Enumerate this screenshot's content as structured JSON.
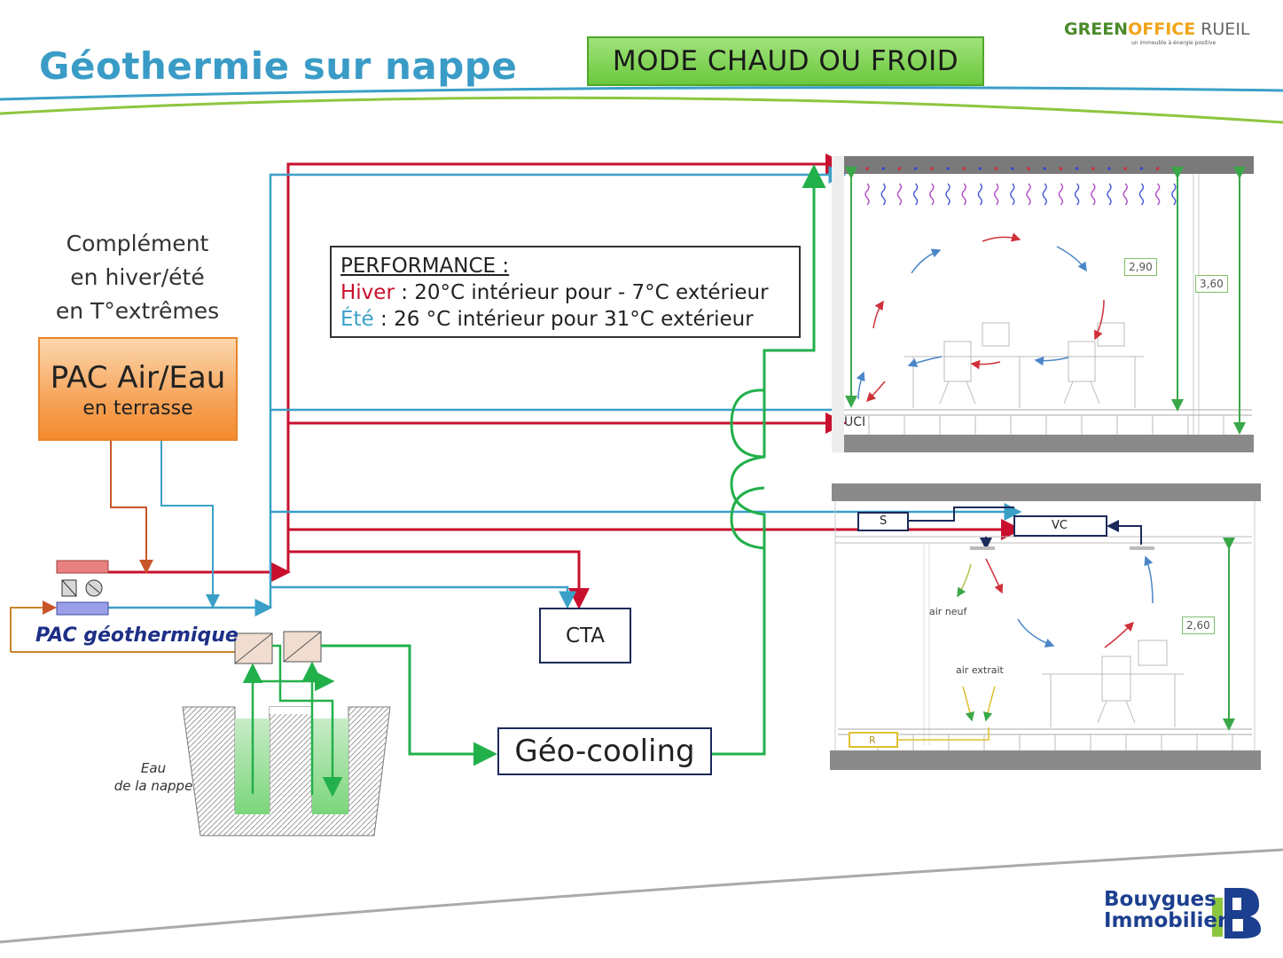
{
  "header": {
    "title": "Géothermie sur nappe",
    "mode": "MODE CHAUD OU FROID",
    "logo_green": "GREEN",
    "logo_office": "OFFICE",
    "logo_city": "RUEIL",
    "logo_tagline": "un immeuble à énergie positive"
  },
  "complement": {
    "line1": "Complément",
    "line2": "en hiver/été",
    "line3": "en T°extrêmes"
  },
  "pac_air": {
    "title": "PAC Air/Eau",
    "subtitle": "en terrasse"
  },
  "pac_geo": {
    "label": "PAC géothermique"
  },
  "performance": {
    "heading": "PERFORMANCE :",
    "winter_label": "Hiver",
    "winter_text": " : 20°C intérieur pour - 7°C extérieur",
    "summer_label": "Été",
    "summer_text": " : 26 °C intérieur pour 31°C extérieur"
  },
  "cta": {
    "label": "CTA"
  },
  "geocooling": {
    "label": "Géo-cooling"
  },
  "aquifer": {
    "line1": "Eau",
    "line2": "de la nappe"
  },
  "upper_section": {
    "uci_label": "UCI",
    "dim_inner": "2,90",
    "dim_outer": "3,60"
  },
  "lower_section": {
    "s_label": "S",
    "vc_label": "VC",
    "air_neuf": "air neuf",
    "air_extrait": "air extrait",
    "r_label": "R",
    "dim_height": "2,60"
  },
  "footer": {
    "brand_line1": "Bouygues",
    "brand_line2": "Immobilier"
  },
  "colors": {
    "title": "#3a9cc6",
    "hot": "#c8102e",
    "cold": "#3aa0c8",
    "geo": "#22b04b",
    "pac_air": "#f48a2c",
    "mode_badge": "#6cc83e",
    "dark_box": "#1b2a5a"
  }
}
